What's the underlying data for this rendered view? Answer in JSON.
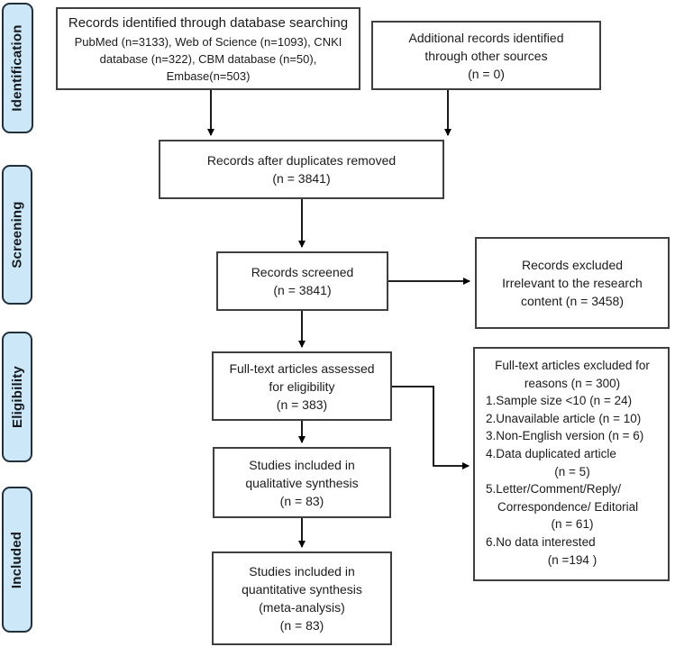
{
  "figure": {
    "type": "PRISMA flow diagram",
    "stages": [
      {
        "label": "Identification"
      },
      {
        "label": "Screening"
      },
      {
        "label": "Eligibility"
      },
      {
        "label": "Included"
      }
    ],
    "boxes": {
      "db_search": {
        "title": "Records identified through database searching",
        "lines": [
          "PubMed (n=3133), Web of Science (n=1093), CNKI",
          "database (n=322), CBM database (n=50),",
          "Embase(n=503)"
        ]
      },
      "other_sources": {
        "lines": [
          "Additional records identified",
          "through other sources",
          "(n = 0)"
        ]
      },
      "duplicates_removed": {
        "lines": [
          "Records after duplicates removed",
          "(n = 3841)"
        ]
      },
      "screened": {
        "lines": [
          "Records screened",
          "(n = 3841)"
        ]
      },
      "records_excluded": {
        "lines": [
          "Records excluded",
          "Irrelevant to the research",
          "content (n = 3458)"
        ]
      },
      "fulltext_assessed": {
        "lines": [
          "Full-text articles assessed",
          "for eligibility",
          "(n = 383)"
        ]
      },
      "fulltext_excluded": {
        "lines": [
          "Full-text articles excluded for",
          "reasons (n = 300)",
          "1.Sample size <10 (n = 24)",
          "2.Unavailable article (n = 10)",
          "3.Non-English version (n = 6)",
          "4.Data duplicated article",
          "(n = 5)",
          "5.Letter/Comment/Reply/",
          "Correspondence/ Editorial",
          "(n = 61)",
          "6.No data interested",
          "(n =194 )"
        ]
      },
      "qualitative": {
        "lines": [
          "Studies included in",
          "qualitative synthesis",
          "(n = 83)"
        ]
      },
      "quantitative": {
        "lines": [
          "Studies included in",
          "quantitative synthesis",
          "(meta-analysis)",
          "(n = 83)"
        ]
      }
    }
  },
  "colors": {
    "stage_fill": "#cbe7f8",
    "stage_border": "#21303b",
    "box_border": "#3f3f3f",
    "arrow": "#000000",
    "text": "#1b1b1b"
  }
}
